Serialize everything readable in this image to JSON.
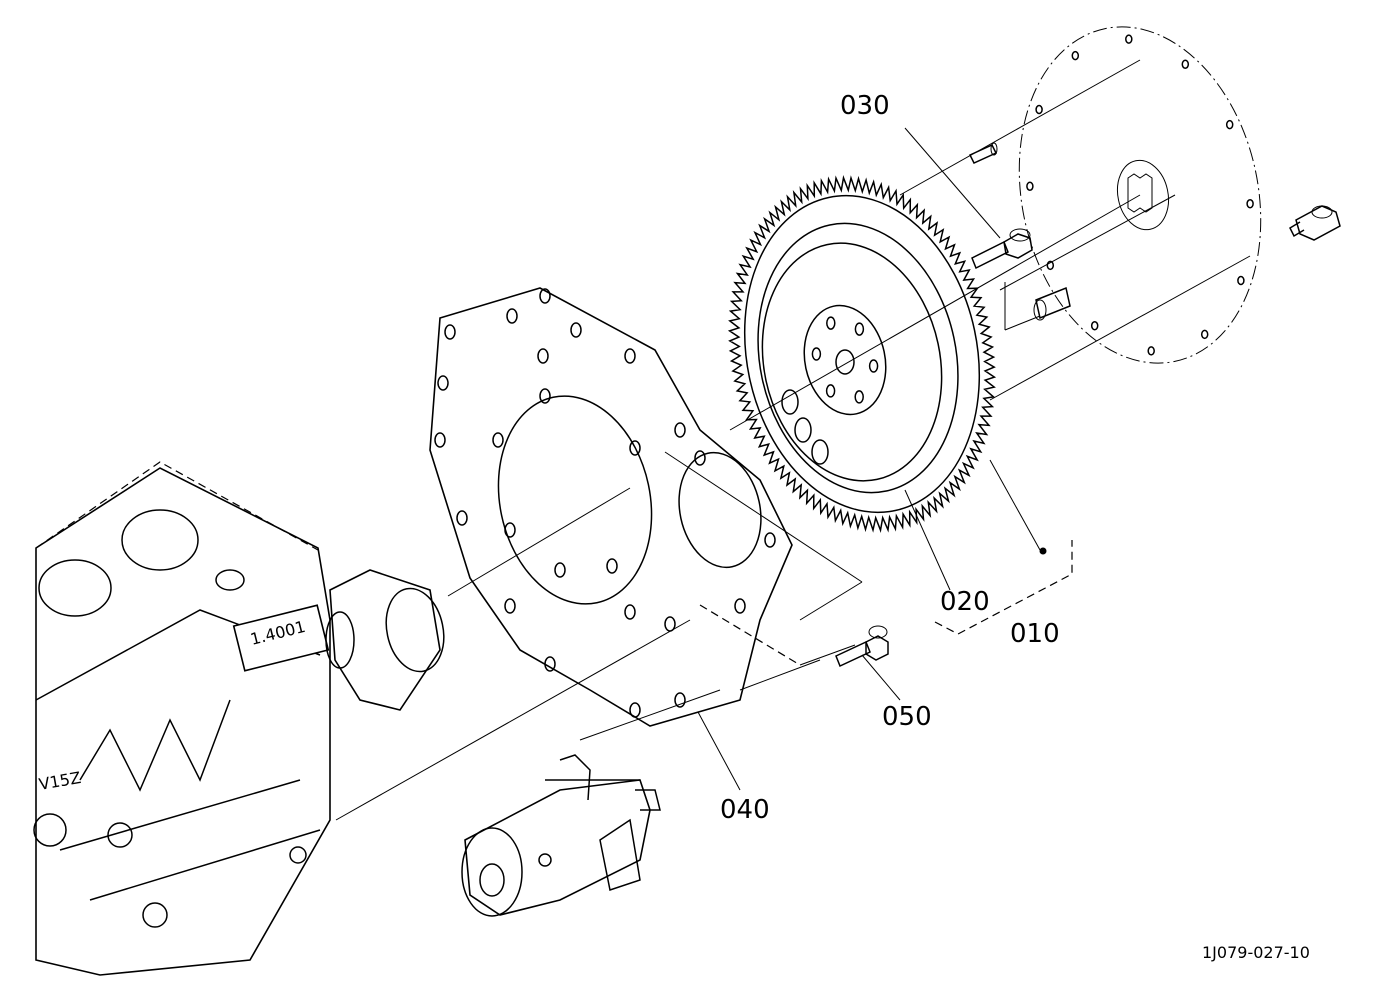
{
  "labels": {
    "p010": "010",
    "p020": "020",
    "p030": "030",
    "p040": "040",
    "p050": "050"
  },
  "drawing_code": "1J079-027-10",
  "block_marking": "1.4001",
  "block_model": "V15Z"
}
